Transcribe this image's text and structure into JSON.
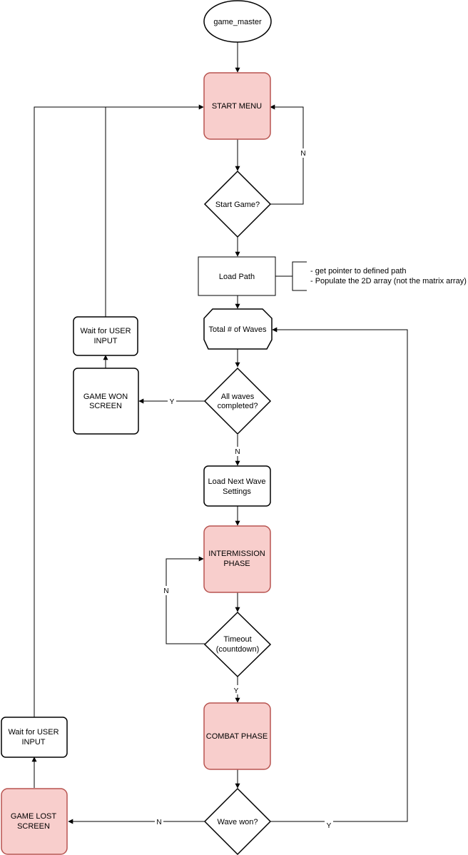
{
  "colors": {
    "highlight_fill": "#f8cecc",
    "highlight_stroke": "#b85450",
    "plain_fill": "#ffffff",
    "stroke": "#000000",
    "label_bg": "#ffffff"
  },
  "nodes": {
    "game_master": "game_master",
    "start_menu": "START MENU",
    "start_game": "Start Game?",
    "load_path": "Load Path",
    "total_waves": "Total # of Waves",
    "all_waves_1": "All waves",
    "all_waves_2": "completed?",
    "game_won_1": "GAME WON",
    "game_won_2": "SCREEN",
    "wait_user_top_1": "Wait for USER",
    "wait_user_top_2": "INPUT",
    "load_next_1": "Load Next Wave",
    "load_next_2": "Settings",
    "intermission_1": "INTERMISSION",
    "intermission_2": "PHASE",
    "timeout_1": "Timeout",
    "timeout_2": "(countdown)",
    "combat": "COMBAT PHASE",
    "wave_won": "Wave won?",
    "game_lost_1": "GAME LOST",
    "game_lost_2": "SCREEN",
    "wait_user_bottom_1": "Wait for USER",
    "wait_user_bottom_2": "INPUT"
  },
  "annotation": {
    "line1": "- get pointer to defined path",
    "line2": "- Populate the 2D array (not the matrix array)"
  },
  "edge_labels": {
    "start_no": "N",
    "all_waves_yes": "Y",
    "all_waves_no": "N",
    "timeout_no": "N",
    "timeout_yes": "Y",
    "wave_won_no": "N",
    "wave_won_yes": "Y"
  }
}
